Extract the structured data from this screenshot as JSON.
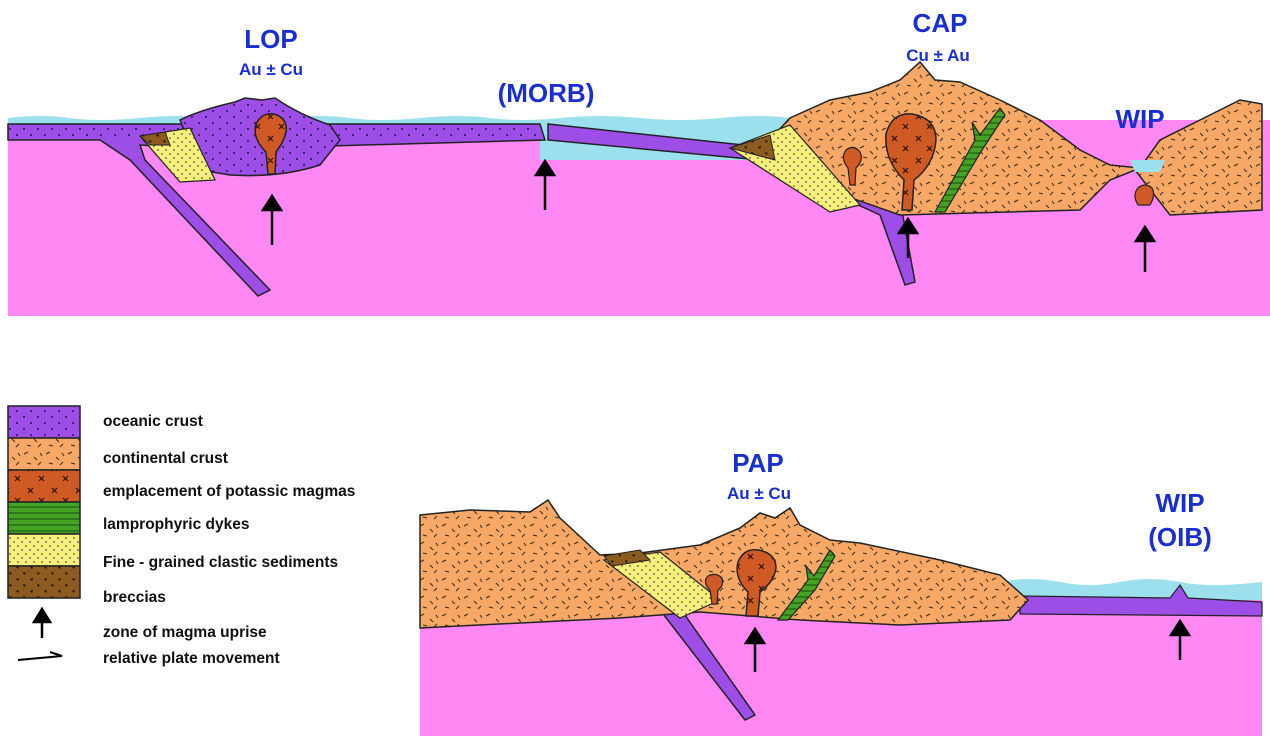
{
  "labels": {
    "lop": {
      "name": "LOP",
      "metals": "Au ± Cu"
    },
    "morb": "(MORB)",
    "cap": {
      "name": "CAP",
      "metals": "Cu ± Au"
    },
    "wip_top": "WIP",
    "pap": {
      "name": "PAP",
      "metals": "Au ± Cu"
    },
    "wip_bottom": {
      "name": "WIP",
      "sub": "(OIB)"
    }
  },
  "legend": [
    {
      "key": "oceanic",
      "label": "oceanic crust"
    },
    {
      "key": "continental",
      "label": "continental crust"
    },
    {
      "key": "potassic",
      "label": "emplacement of potassic magmas"
    },
    {
      "key": "lamprophyric",
      "label": "lamprophyric dykes"
    },
    {
      "key": "sediments",
      "label": "Fine - grained clastic sediments"
    },
    {
      "key": "breccias",
      "label": "breccias"
    },
    {
      "key": "uprise",
      "label": "zone of magma uprise"
    },
    {
      "key": "movement",
      "label": "relative plate movement"
    }
  ],
  "colors": {
    "mantle": "#ff88f5",
    "oceanic_crust": "#9c4ee6",
    "continental_crust": "#f7a866",
    "potassic_magma": "#cf5a24",
    "lamprophyric_dyke": "#43a324",
    "sediments": "#f6f07a",
    "breccias": "#8b5b1f",
    "sea": "#9ce0ee",
    "label_text": "#1a2fd0"
  }
}
